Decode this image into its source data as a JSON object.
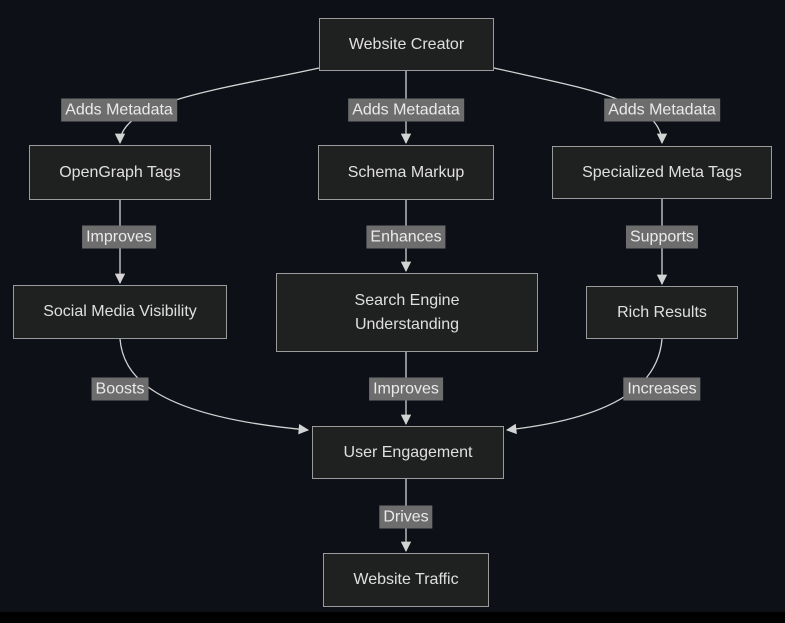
{
  "diagram": {
    "type": "flowchart",
    "theme": "dark",
    "colors": {
      "background": "#0d1117",
      "page_below_diagram": "#000000",
      "node_fill": "#1f2020",
      "node_border": "#9b9b9b",
      "node_text": "#e0dfdf",
      "edge_line": "#d3d3d3",
      "edge_label_bg": "#6d6d6d",
      "edge_label_text": "#eaeaea"
    },
    "nodes": [
      {
        "id": "website-creator",
        "label": "Website Creator"
      },
      {
        "id": "opengraph-tags",
        "label": "OpenGraph Tags"
      },
      {
        "id": "schema-markup",
        "label": "Schema Markup"
      },
      {
        "id": "specialized-meta-tags",
        "label": "Specialized Meta Tags"
      },
      {
        "id": "social-media-visibility",
        "label": "Social Media Visibility"
      },
      {
        "id": "search-engine-understanding",
        "label": "Search Engine Understanding"
      },
      {
        "id": "rich-results",
        "label": "Rich Results"
      },
      {
        "id": "user-engagement",
        "label": "User Engagement"
      },
      {
        "id": "website-traffic",
        "label": "Website Traffic"
      }
    ],
    "edges": [
      {
        "from": "Website Creator",
        "to": "OpenGraph Tags",
        "label": "Adds Metadata"
      },
      {
        "from": "Website Creator",
        "to": "Schema Markup",
        "label": "Adds Metadata"
      },
      {
        "from": "Website Creator",
        "to": "Specialized Meta Tags",
        "label": "Adds Metadata"
      },
      {
        "from": "OpenGraph Tags",
        "to": "Social Media Visibility",
        "label": "Improves"
      },
      {
        "from": "Schema Markup",
        "to": "Search Engine Understanding",
        "label": "Enhances"
      },
      {
        "from": "Specialized Meta Tags",
        "to": "Rich Results",
        "label": "Supports"
      },
      {
        "from": "Social Media Visibility",
        "to": "User Engagement",
        "label": "Boosts"
      },
      {
        "from": "Search Engine Understanding",
        "to": "User Engagement",
        "label": "Improves"
      },
      {
        "from": "Rich Results",
        "to": "User Engagement",
        "label": "Increases"
      },
      {
        "from": "User Engagement",
        "to": "Website Traffic",
        "label": "Drives"
      }
    ]
  }
}
